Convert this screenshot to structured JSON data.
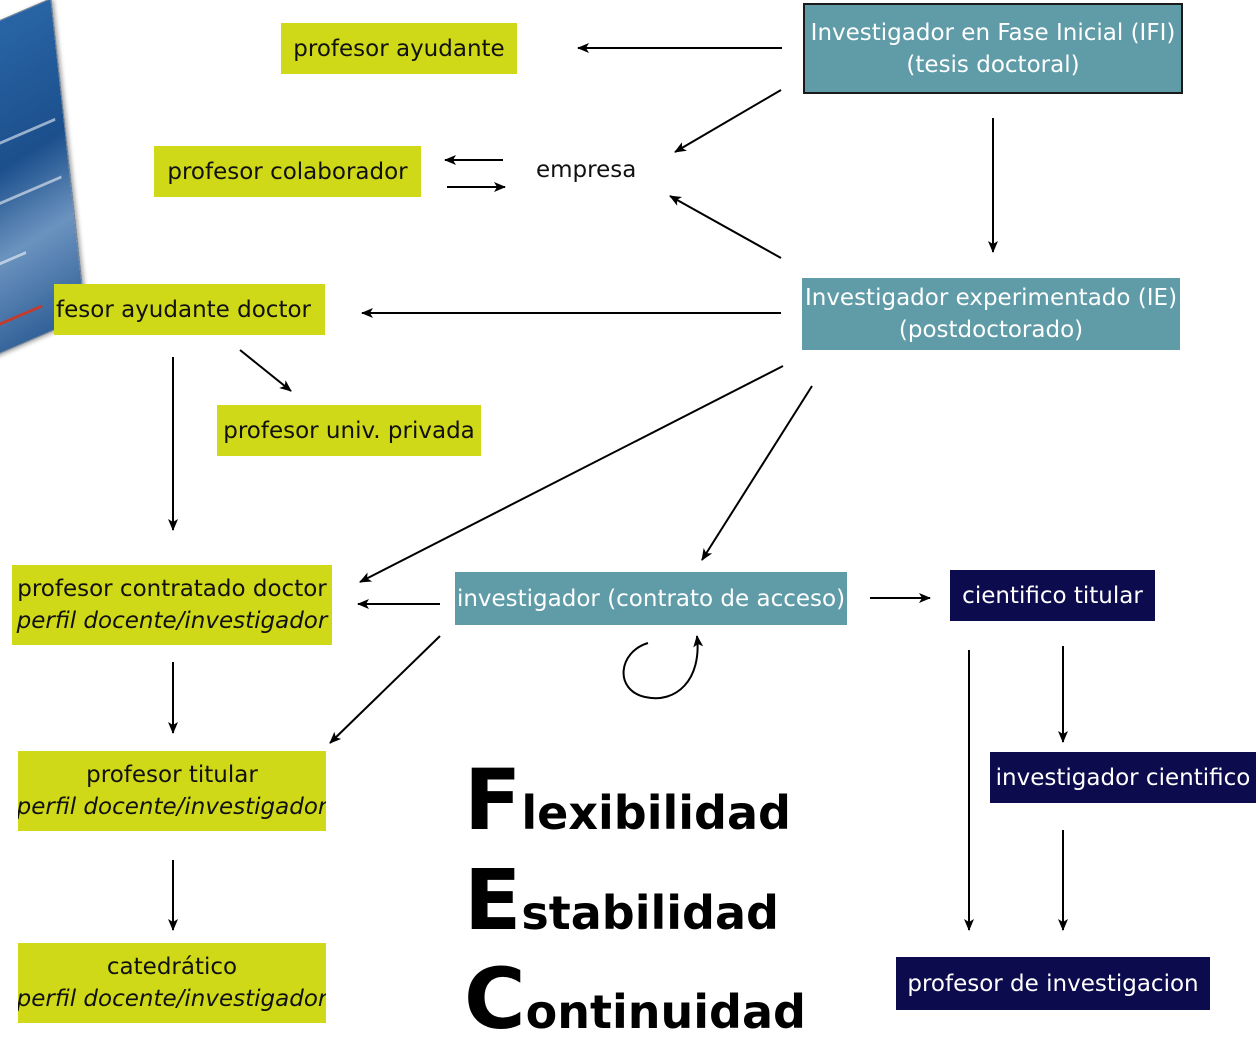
{
  "boxes": {
    "profesor_ayudante": "profesor ayudante",
    "profesor_colaborador": "profesor colaborador",
    "empresa": "empresa",
    "profesor_ayudante_doctor": "fesor ayudante doctor",
    "profesor_univ_privada": "profesor univ. privada",
    "ifi_line1": "Investigador en Fase Inicial (IFI)",
    "ifi_line2": "(tesis doctoral)",
    "ie_line1": "Investigador experimentado (IE)",
    "ie_line2": "(postdoctorado)",
    "contratado_line1": "profesor contratado doctor",
    "contratado_line2": "perfil docente/investigador",
    "titular_line1": "profesor titular",
    "titular_line2": "perfil docente/investigador",
    "catedratico_line1": "catedrático",
    "catedratico_line2": "perfil docente/investigador",
    "investigador_acceso": "investigador (contrato de acceso)",
    "cientifico_titular": "cientifico titular",
    "investigador_cientifico": "investigador cientifico",
    "profesor_investigacion": "profesor de investigacion"
  },
  "slogan": [
    {
      "cap": "F",
      "rest": "lexibilidad"
    },
    {
      "cap": "E",
      "rest": "stabilidad"
    },
    {
      "cap": "C",
      "rest": "ontinuidad"
    }
  ],
  "colors": {
    "lime": "#cfd917",
    "teal": "#5f9ca8",
    "navy": "#0c0b4e"
  }
}
